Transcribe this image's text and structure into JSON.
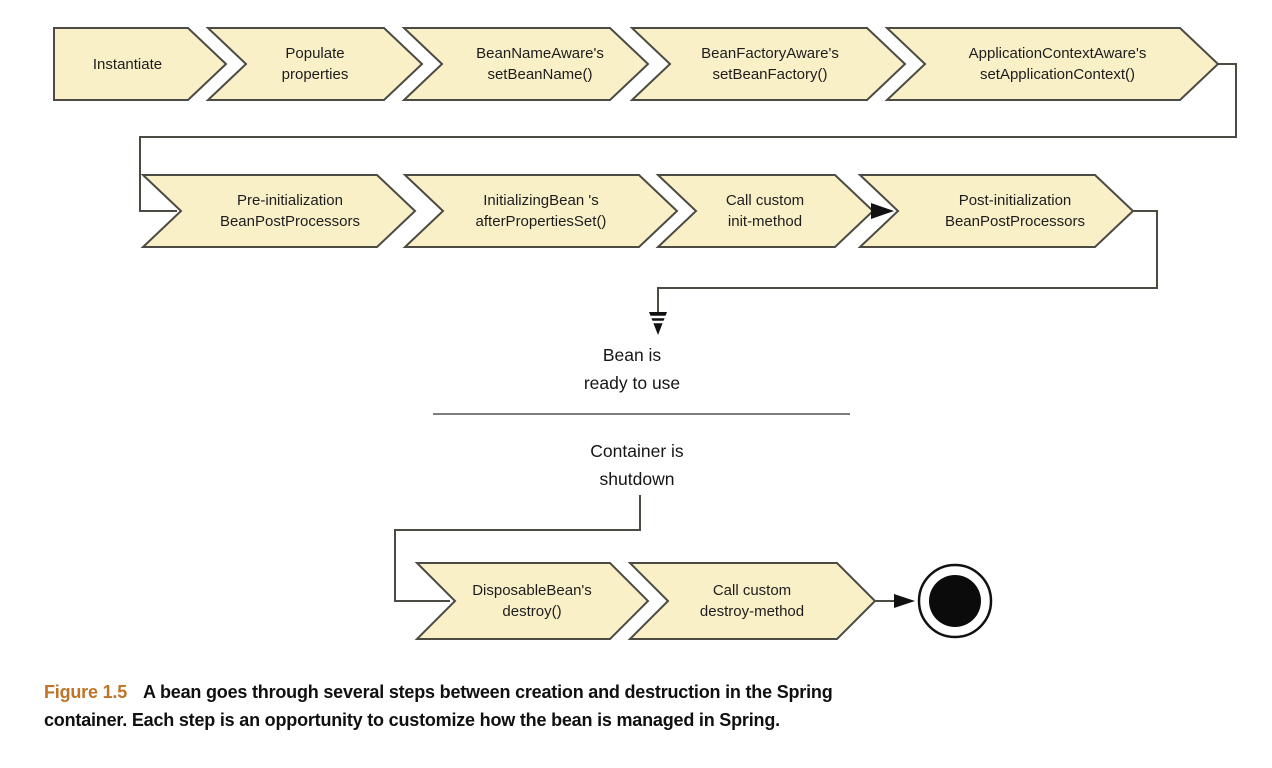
{
  "diagram": {
    "creation_steps": [
      "Instantiate",
      "Populate\nproperties",
      "BeanNameAware's\nsetBeanName()",
      "BeanFactoryAware's\nsetBeanFactory()",
      "ApplicationContextAware's\nsetApplicationContext()"
    ],
    "init_steps": [
      "Pre-initialization\nBeanPostProcessors",
      "InitializingBean 's\nafterPropertiesSet()",
      "Call custom\ninit-method",
      "Post-initialization\nBeanPostProcessors"
    ],
    "destroy_steps": [
      "DisposableBean's\ndestroy()",
      "Call custom\ndestroy-method"
    ],
    "ready_label": "Bean is\nready to use",
    "shutdown_label": "Container is\nshutdown"
  },
  "caption": {
    "label": "Figure 1.5",
    "line1": "A bean goes through several steps between creation and destruction in the Spring",
    "line2": "container. Each step is an opportunity to customize how the bean is managed in Spring."
  },
  "colors": {
    "shape_fill": "#faf0c8",
    "shape_border": "#4b4b44",
    "connector": "#4b4b44",
    "divider": "#7d7d7d",
    "caption_label": "#be7429",
    "final_state": "#0b0b0b"
  }
}
